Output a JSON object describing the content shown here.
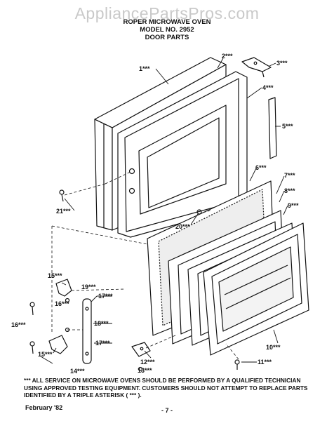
{
  "watermark": "AppliancePartsPros.com",
  "header": {
    "line1": "ROPER MICROWAVE OVEN",
    "line2": "MODEL NO. 2952",
    "line3": "DOOR PARTS"
  },
  "callouts": {
    "c1": "1***",
    "c2": "2***",
    "c3": "3***",
    "c4": "4***",
    "c5": "5***",
    "c6": "6***",
    "c7": "7***",
    "c8": "8***",
    "c9": "9***",
    "c10": "10***",
    "c11": "11***",
    "c12": "12***",
    "c13": "13***",
    "c14": "14***",
    "c15a": "15***",
    "c15b": "15***",
    "c16a": "16***",
    "c16b": "16***",
    "c17a": "17***",
    "c17b": "17***",
    "c18": "18***",
    "c19": "19***",
    "c20": "20***",
    "c21": "21***"
  },
  "note": "*** ALL SERVICE ON MICROWAVE OVENS SHOULD BE PERFORMED BY A QUALIFIED TECHNICIAN USING APPROVED TESTING EQUIPMENT. CUSTOMERS SHOULD NOT ATTEMPT TO REPLACE PARTS IDENTIFIED BY A TRIPLE ASTERISK ( *** ).",
  "footer": {
    "date": "February '82",
    "page": "- 7 -"
  }
}
